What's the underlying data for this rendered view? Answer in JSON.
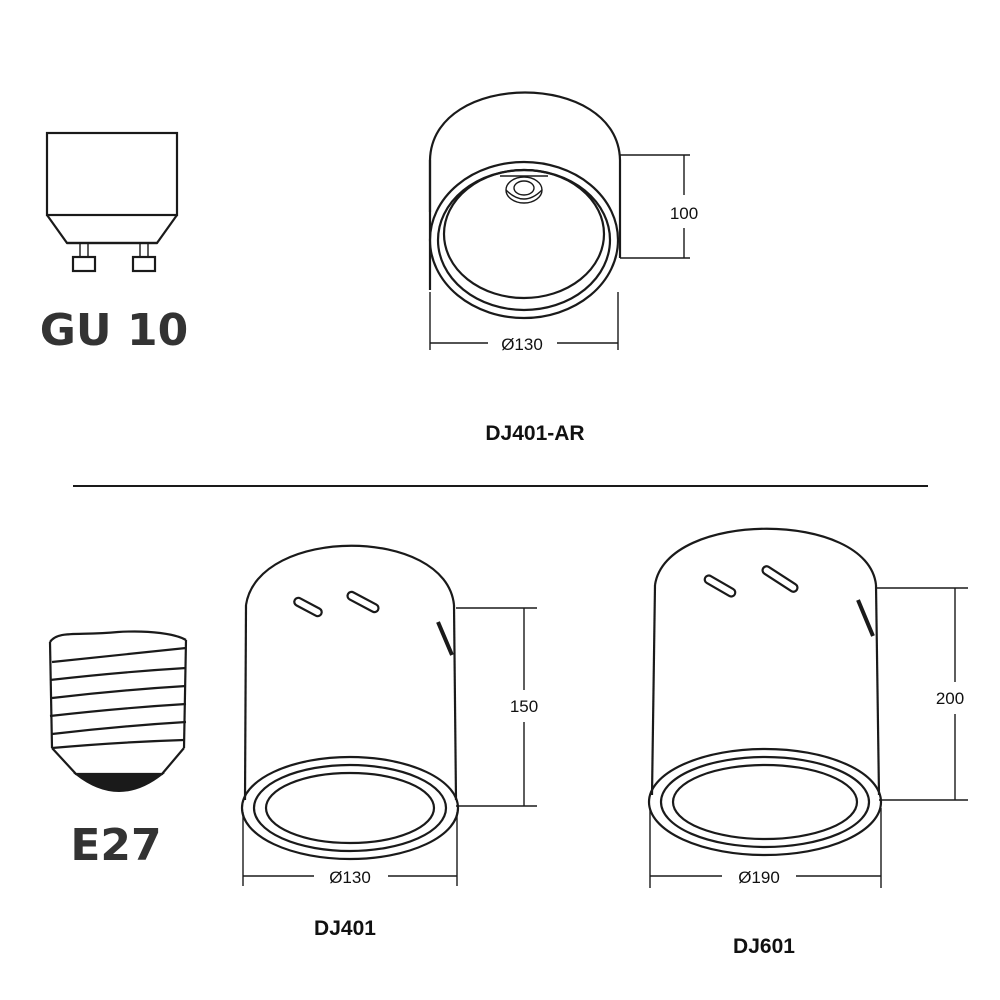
{
  "sockets": {
    "gu10_label": "GU 10",
    "e27_label": "E27"
  },
  "products": {
    "dj401ar": {
      "model": "DJ401-AR",
      "height": "100",
      "diameter": "Ø130"
    },
    "dj401": {
      "model": "DJ401",
      "height": "150",
      "diameter": "Ø130"
    },
    "dj601": {
      "model": "DJ601",
      "height": "200",
      "diameter": "Ø190"
    }
  },
  "colors": {
    "line": "#1a1a1a",
    "socket_text": "#333333",
    "background": "#ffffff"
  }
}
